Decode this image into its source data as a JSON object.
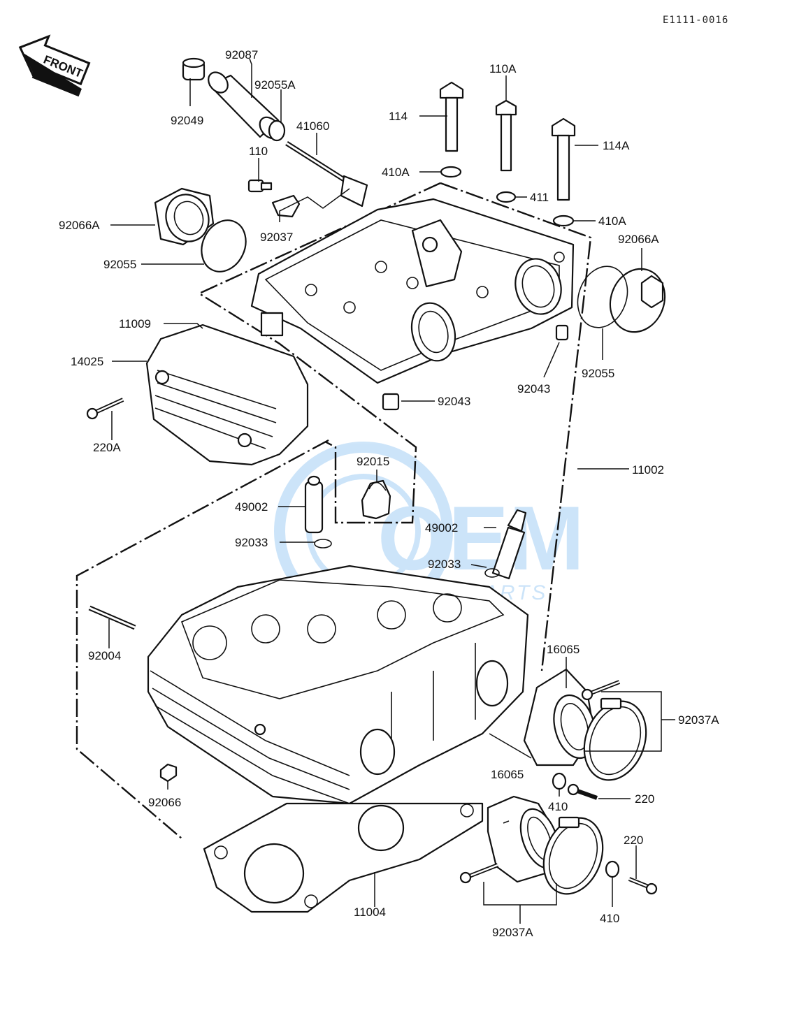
{
  "diagram_id": "E1111-0016",
  "front_arrow_label": "FRONT",
  "watermark": {
    "main": "OEM",
    "sub": "MOTORPARTS",
    "color": "#1e88e5"
  },
  "labels": {
    "p92087": "92087",
    "p92055A": "92055A",
    "p92049": "92049",
    "p41060": "41060",
    "p110": "110",
    "p110A": "110A",
    "p114": "114",
    "p114A": "114A",
    "p410A_1": "410A",
    "p411": "411",
    "p410A_2": "410A",
    "p92066A_1": "92066A",
    "p92066A_2": "92066A",
    "p92037": "92037",
    "p92055_1": "92055",
    "p92055_2": "92055",
    "p11009": "11009",
    "p14025": "14025",
    "p220A": "220A",
    "p92043_1": "92043",
    "p92043_2": "92043",
    "p92015": "92015",
    "p11002": "11002",
    "p49002_1": "49002",
    "p49002_2": "49002",
    "p92033_1": "92033",
    "p92033_2": "92033",
    "p92004": "92004",
    "p16065_1": "16065",
    "p16065_2": "16065",
    "p92037A_1": "92037A",
    "p92037A_2": "92037A",
    "p92066": "92066",
    "p410_1": "410",
    "p410_2": "410",
    "p220_1": "220",
    "p220_2": "220",
    "p11004": "11004"
  }
}
